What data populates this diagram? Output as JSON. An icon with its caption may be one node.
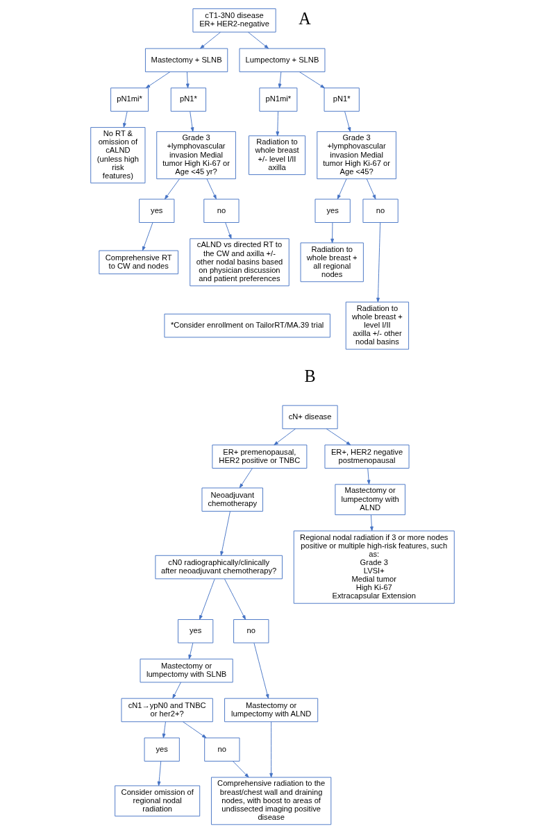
{
  "diagram": {
    "nodes": [
      {
        "text": [
          "cT1-3N0 disease ER+ HER2-negative"
        ]
      },
      {
        "text": [
          "Mastectomy + SLNB"
        ]
      },
      {
        "text": [
          "Lumpectomy + SLNB"
        ]
      },
      {
        "text": [
          "pN1mi*"
        ]
      },
      {
        "text": [
          "pN1*"
        ]
      },
      {
        "text": [
          "pN1mi*"
        ]
      },
      {
        "text": [
          "pN1*"
        ]
      },
      {
        "text": [
          "No RT & omission of cALND (unless high risk features)"
        ]
      },
      {
        "text": [
          "Grade 3 +lymphovascular invasion Medial tumor High Ki-67 or Age <45 yr?"
        ]
      },
      {
        "text": [
          "Radiation to whole breast +/- level I/II axilla"
        ]
      },
      {
        "text": [
          "Grade 3 +lymphovascular invasion Medial tumor High Ki-67 or Age <45?"
        ]
      },
      {
        "text": [
          "yes"
        ]
      },
      {
        "text": [
          "no"
        ]
      },
      {
        "text": [
          "yes"
        ]
      },
      {
        "text": [
          "no"
        ]
      },
      {
        "text": [
          "Comprehensive RT to CW and nodes"
        ]
      },
      {
        "text": [
          "cALND vs directed RT to the CW and axilla +/- other nodal basins based on physician discussion and patient preferences"
        ]
      },
      {
        "text": [
          "Radiation to whole breast + all regional nodes"
        ]
      },
      {
        "text": [
          "Radiation to whole breast + level I/II axilla +/- other nodal basins"
        ]
      },
      {
        "text": [
          "*Consider enrollment on TailorRT/MA.39 trial"
        ]
      },
      {
        "text": [
          "cN+ disease"
        ]
      },
      {
        "text": [
          "ER+ premenopausal, HER2 positive or TNBC"
        ]
      },
      {
        "text": [
          "ER+, HER2 negative postmenopausal"
        ]
      },
      {
        "text": [
          "Neoadjuvant chemotherapy"
        ]
      },
      {
        "text": [
          "Mastectomy or lumpectomy with ALND"
        ]
      },
      {
        "text": [
          "cN0 radiographically/clinically after neoadjuvant chemotherapy?"
        ]
      },
      {
        "text": [
          "Regional nodal radiation if 3 or more nodes positive or multiple high-risk features, such as:",
          "Grade 3",
          "LVSI+",
          "Medial tumor",
          "High Ki-67",
          "Extracapsular Extension"
        ]
      },
      {
        "text": [
          "yes"
        ]
      },
      {
        "text": [
          "no"
        ]
      },
      {
        "text": [
          "Mastectomy or lumpectomy with SLNB"
        ]
      },
      {
        "text": [
          "Mastectomy or lumpectomy with ALND"
        ]
      },
      {
        "text": [
          "cN1→ypN0 and TNBC or her2+?"
        ]
      },
      {
        "text": [
          "Comprehensive radiation to the breast/chest wall and draining nodes, with boost to areas of undissected imaging positive disease"
        ]
      },
      {
        "text": [
          "yes"
        ]
      },
      {
        "text": [
          "no"
        ]
      },
      {
        "text": [
          "Consider omission of regional nodal radiation"
        ]
      }
    ],
    "edges": [
      {
        "from": 0,
        "to": 1,
        "arrow": "to"
      },
      {
        "from": 0,
        "to": 2,
        "arrow": "to"
      },
      {
        "from": 1,
        "to": 3,
        "arrow": "to"
      },
      {
        "from": 1,
        "to": 4,
        "arrow": "to"
      },
      {
        "from": 2,
        "to": 5,
        "arrow": "to"
      },
      {
        "from": 2,
        "to": 6,
        "arrow": "to"
      },
      {
        "from": 3,
        "to": 7,
        "arrow": "to"
      },
      {
        "from": 4,
        "to": 8,
        "arrow": "to"
      },
      {
        "from": 5,
        "to": 9,
        "arrow": "to"
      },
      {
        "from": 6,
        "to": 10,
        "arrow": "to"
      },
      {
        "from": 8,
        "to": 11,
        "arrow": "to"
      },
      {
        "from": 8,
        "to": 12,
        "arrow": "to"
      },
      {
        "from": 10,
        "to": 13,
        "arrow": "to"
      },
      {
        "from": 10,
        "to": 14,
        "arrow": "to"
      },
      {
        "from": 11,
        "to": 15,
        "arrow": "to"
      },
      {
        "from": 12,
        "to": 16,
        "arrow": "to"
      },
      {
        "from": 13,
        "to": 17,
        "arrow": "to"
      },
      {
        "from": 14,
        "to": 18,
        "arrow": "to"
      },
      {
        "from": 20,
        "to": 21,
        "arrow": "to"
      },
      {
        "from": 20,
        "to": 22,
        "arrow": "to"
      },
      {
        "from": 21,
        "to": 23,
        "arrow": "to"
      },
      {
        "from": 22,
        "to": 24,
        "arrow": "to"
      },
      {
        "from": 24,
        "to": 26,
        "arrow": "to"
      },
      {
        "from": 23,
        "to": 25,
        "arrow": "to"
      },
      {
        "from": 25,
        "to": 27,
        "arrow": "to"
      },
      {
        "from": 25,
        "to": 28,
        "arrow": "to"
      },
      {
        "from": 27,
        "to": 29,
        "arrow": "to"
      },
      {
        "from": 28,
        "to": 30,
        "arrow": "to"
      },
      {
        "from": 29,
        "to": 31,
        "arrow": "to"
      },
      {
        "from": 30,
        "to": 32,
        "arrow": "to"
      },
      {
        "from": 31,
        "to": 33,
        "arrow": "to"
      },
      {
        "from": 31,
        "to": 34,
        "arrow": "to"
      },
      {
        "from": 33,
        "to": 35,
        "arrow": "to"
      },
      {
        "from": 34,
        "to": 32,
        "arrow": "to"
      }
    ],
    "labels": [
      "A",
      "B"
    ]
  }
}
